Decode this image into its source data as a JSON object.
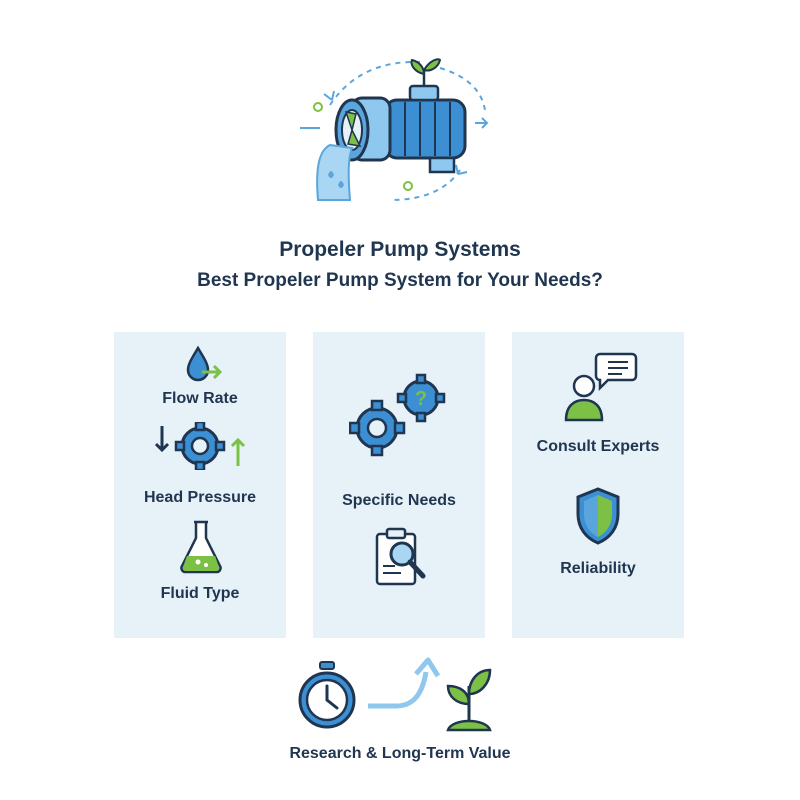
{
  "header": {
    "title": "Propeler Pump Systems",
    "subtitle": "Best Propeler Pump System for Your Needs?"
  },
  "panels": [
    {
      "items": [
        {
          "label": "Flow Rate",
          "icon": "water-drop-arrow-icon"
        },
        {
          "label": "Head Pressure",
          "icon": "gear-arrows-icon"
        },
        {
          "label": "Fluid Type",
          "icon": "flask-icon"
        }
      ]
    },
    {
      "items": [
        {
          "label": "Specific Needs",
          "icon": "gears-question-icon"
        },
        {
          "label": "",
          "icon": "clipboard-magnifier-icon"
        }
      ]
    },
    {
      "items": [
        {
          "label": "Consult Experts",
          "icon": "expert-chat-icon"
        },
        {
          "label": "Reliability",
          "icon": "shield-icon"
        }
      ]
    }
  ],
  "footer": {
    "label": "Research & Long-Term Value",
    "icons": [
      "stopwatch-icon",
      "curved-arrow-icon",
      "sprout-icon"
    ]
  },
  "colors": {
    "dark": "#1f3550",
    "blue": "#3c8fd2",
    "light_blue": "#8ec8ee",
    "green": "#7cc145",
    "panel_bg": "#e6f1f8"
  }
}
